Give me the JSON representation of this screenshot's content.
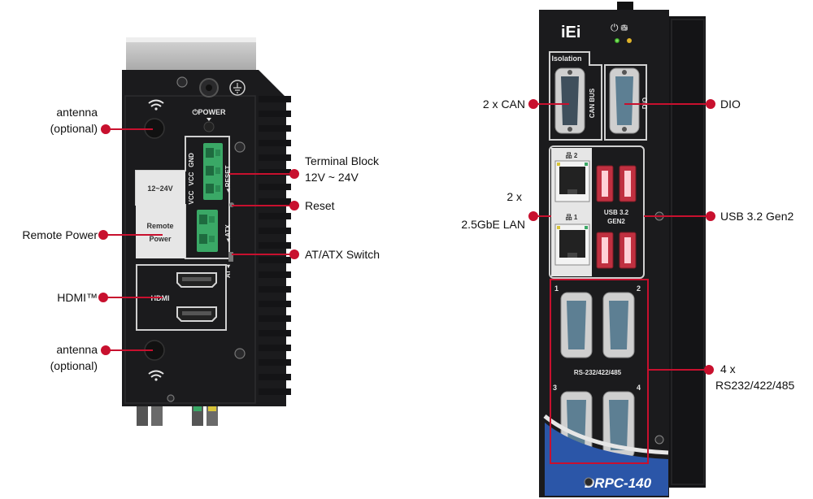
{
  "left_device": {
    "panel_labels": {
      "power": "⏻POWER",
      "voltage_range": "12~24V",
      "remote_power": [
        "Remote",
        "Power"
      ],
      "hdmi": "HDMI",
      "terminal_pins": [
        "GND",
        "VCC",
        "VCC"
      ],
      "reset": "◂ RESET",
      "atx": "◂ ATX",
      "at": "AT ◂"
    },
    "callouts": {
      "antenna_top": [
        "antenna",
        "(optional)"
      ],
      "remote_power": "Remote Power",
      "hdmi": "HDMI™",
      "antenna_bottom": [
        "antenna",
        "(optional)"
      ],
      "terminal_block": [
        "Terminal Block",
        "12V ~ 24V"
      ],
      "reset": "Reset",
      "at_atx_switch": "AT/ATX Switch"
    }
  },
  "right_device": {
    "panel_labels": {
      "brand": "iEi",
      "status_icons": "⏻ ⛁",
      "isolation": "Isolation",
      "can_bus": "CAN BUS",
      "dio": "DIO",
      "lan_port_2": "品 2",
      "lan_port_1": "品 1",
      "usb": [
        "USB 3.2",
        "GEN2"
      ],
      "serial_group": "RS-232/422/485",
      "serial_numbers": [
        "1",
        "2",
        "3",
        "4"
      ],
      "model": "DRPC-140"
    },
    "callouts": {
      "can": "2 x CAN",
      "dio": "DIO",
      "lan": [
        "2 x",
        "2.5GbE LAN"
      ],
      "usb": "USB 3.2 Gen2",
      "serial": [
        "4 x",
        "RS232/422/485"
      ]
    }
  },
  "colors": {
    "leader": "#c8102e",
    "chassis": "#1b1b1d",
    "panel_light": "#e6e6e6",
    "terminal_green": "#3aa866",
    "usb_red": "#c03040",
    "serial_blue": "#5d7f93",
    "brand_blue": "#2b56a8"
  }
}
